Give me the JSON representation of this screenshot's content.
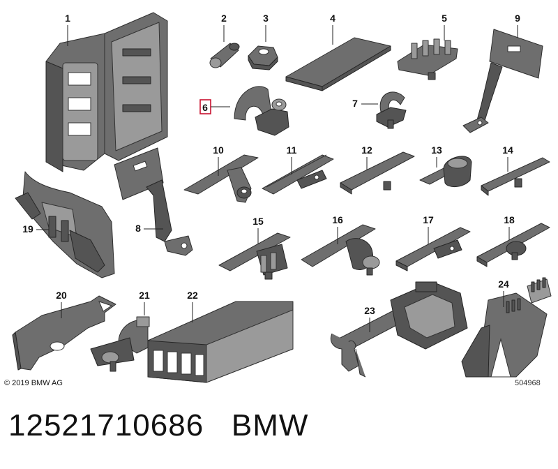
{
  "diagram": {
    "copyright": "© 2019 BMW AG",
    "diagram_id": "504968",
    "highlighted_part": "6",
    "parts": [
      {
        "num": "1",
        "icon": "relay-box-bracket-icon"
      },
      {
        "num": "2",
        "icon": "rubber-plug-icon"
      },
      {
        "num": "3",
        "icon": "hex-nut-icon"
      },
      {
        "num": "4",
        "icon": "foam-pad-icon"
      },
      {
        "num": "5",
        "icon": "cable-clip-icon"
      },
      {
        "num": "6",
        "icon": "cable-holder-icon"
      },
      {
        "num": "7",
        "icon": "cable-clamp-icon"
      },
      {
        "num": "8",
        "icon": "bracket-icon"
      },
      {
        "num": "9",
        "icon": "bracket-icon"
      },
      {
        "num": "10",
        "icon": "cable-holder-icon"
      },
      {
        "num": "11",
        "icon": "cable-holder-icon"
      },
      {
        "num": "12",
        "icon": "cable-holder-icon"
      },
      {
        "num": "13",
        "icon": "cable-holder-icon"
      },
      {
        "num": "14",
        "icon": "cable-holder-icon"
      },
      {
        "num": "15",
        "icon": "cable-holder-icon"
      },
      {
        "num": "16",
        "icon": "cable-holder-icon"
      },
      {
        "num": "17",
        "icon": "cable-holder-icon"
      },
      {
        "num": "18",
        "icon": "cable-holder-icon"
      },
      {
        "num": "19",
        "icon": "cover-icon"
      },
      {
        "num": "20",
        "icon": "bracket-icon"
      },
      {
        "num": "21",
        "icon": "cable-holder-icon"
      },
      {
        "num": "22",
        "icon": "cable-duct-icon"
      },
      {
        "num": "23",
        "icon": "holder-icon"
      },
      {
        "num": "24",
        "icon": "holder-icon"
      }
    ]
  },
  "caption": {
    "part_number": "12521710686",
    "brand": "BMW"
  }
}
